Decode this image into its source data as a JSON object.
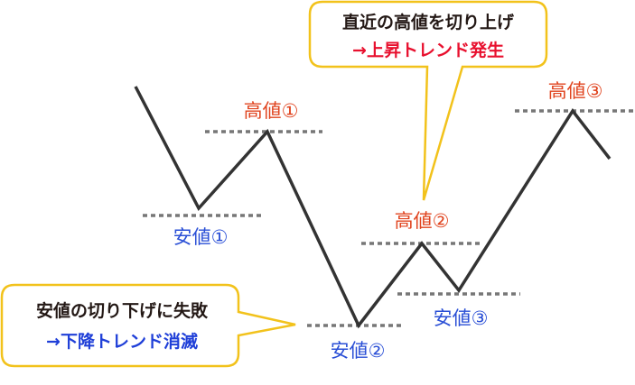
{
  "colors": {
    "high": "#e0441f",
    "low": "#2a4fd6",
    "line": "#333333",
    "dash": "#777777",
    "bubble_border": "#f2c21b",
    "up": "#e8102e",
    "down": "#1f3fd8",
    "dark_text": "#231815"
  },
  "labels": {
    "high1": "高値①",
    "high2": "高値②",
    "high3": "高値③",
    "low1": "安値①",
    "low2": "安値②",
    "low3": "安値③"
  },
  "callout_top": {
    "line1": "直近の高値を切り上げ",
    "line2": "→上昇トレンド発生"
  },
  "callout_bottom": {
    "line1": "安値の切り下げに失敗",
    "line2": "→下降トレンド消滅"
  }
}
